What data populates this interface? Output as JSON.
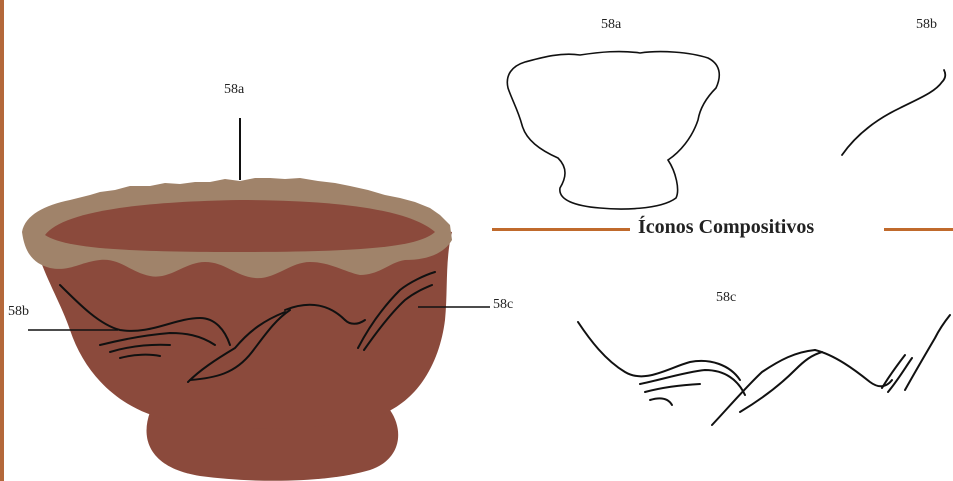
{
  "labels": {
    "vessel_58a": "58a",
    "vessel_58b": "58b",
    "vessel_58c": "58c",
    "outline_58a": "58a",
    "outline_58b": "58b",
    "composite_58c": "58c"
  },
  "section": {
    "title": "Íconos Compositivos"
  },
  "colors": {
    "accent": "#c06a2c",
    "vessel_body": "#8b4a3c",
    "vessel_rim": "#a0836a",
    "line": "#111111"
  }
}
